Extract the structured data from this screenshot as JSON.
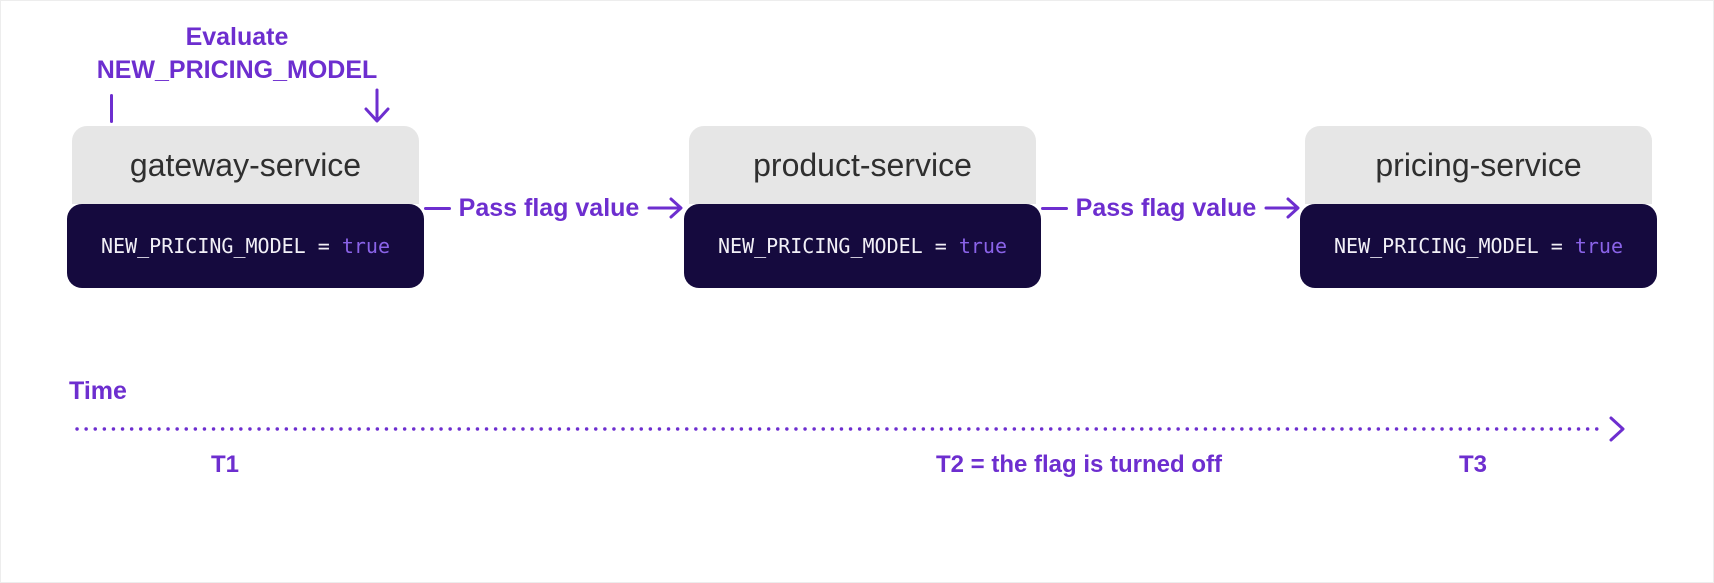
{
  "colors": {
    "accent_purple": "#6d2ecf",
    "flag_value_purple": "#8a63e8",
    "code_block_navy": "#150a3e",
    "header_gray": "#e6e6e6",
    "header_text": "#2f2f2f",
    "code_text": "#f2f0f7"
  },
  "evaluate_annotation": {
    "line1": "Evaluate",
    "line2": "NEW_PRICING_MODEL"
  },
  "services": [
    {
      "name": "gateway-service",
      "flag_code": "NEW_PRICING_MODEL = ",
      "flag_value": "true"
    },
    {
      "name": "product-service",
      "flag_code": "NEW_PRICING_MODEL = ",
      "flag_value": "true"
    },
    {
      "name": "pricing-service",
      "flag_code": "NEW_PRICING_MODEL = ",
      "flag_value": "true"
    }
  ],
  "connectors": [
    {
      "label": "Pass flag value"
    },
    {
      "label": "Pass flag value"
    }
  ],
  "timeline": {
    "axis_label": "Time",
    "markers": [
      {
        "label": "T1"
      },
      {
        "label": "T2 = the flag is turned off"
      },
      {
        "label": "T3"
      }
    ]
  }
}
